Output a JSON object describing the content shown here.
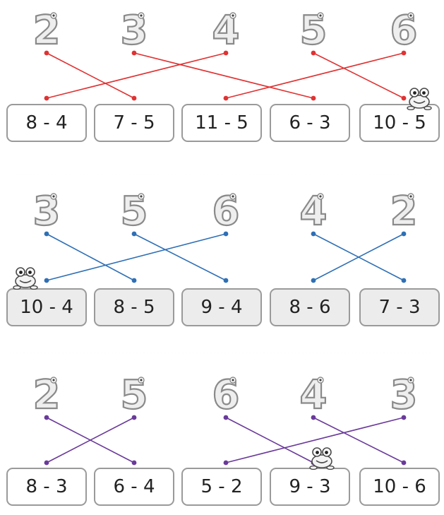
{
  "colors": {
    "rows": [
      "#e03232",
      "#2e6fb5",
      "#6a3a9a"
    ],
    "digit_stroke": "#8a8a8a",
    "card_border": "#9a9a9a",
    "frog": "#4a4a4a"
  },
  "exercise": {
    "rows": [
      {
        "digits": [
          "2",
          "3",
          "4",
          "5",
          "6"
        ],
        "expressions": [
          "8 - 4",
          "7 - 5",
          "11 - 5",
          "6 - 3",
          "10 - 5"
        ],
        "matches": [
          [
            0,
            1
          ],
          [
            1,
            3
          ],
          [
            2,
            0
          ],
          [
            3,
            4
          ],
          [
            4,
            2
          ]
        ],
        "shaded_cards": false
      },
      {
        "digits": [
          "3",
          "5",
          "6",
          "4",
          "2"
        ],
        "expressions": [
          "10 - 4",
          "8 - 5",
          "9 - 4",
          "8 - 6",
          "7 - 3"
        ],
        "matches": [
          [
            0,
            1
          ],
          [
            1,
            2
          ],
          [
            2,
            0
          ],
          [
            3,
            4
          ],
          [
            4,
            3
          ]
        ],
        "shaded_cards": true
      },
      {
        "digits": [
          "2",
          "5",
          "6",
          "4",
          "3"
        ],
        "expressions": [
          "8 - 3",
          "6 - 4",
          "5 - 2",
          "9 - 3",
          "10 - 6"
        ],
        "matches": [
          [
            0,
            1
          ],
          [
            1,
            0
          ],
          [
            2,
            3
          ],
          [
            3,
            4
          ],
          [
            4,
            2
          ]
        ],
        "shaded_cards": false
      }
    ]
  }
}
